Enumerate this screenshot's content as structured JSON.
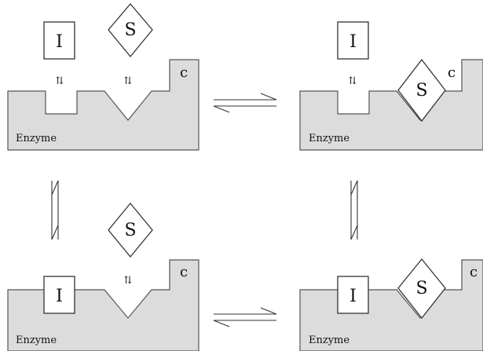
{
  "labels": {
    "inhibitor": "I",
    "substrate": "S",
    "enzyme": "Enzyme",
    "site": "c",
    "small_arrow": "⇅"
  }
}
